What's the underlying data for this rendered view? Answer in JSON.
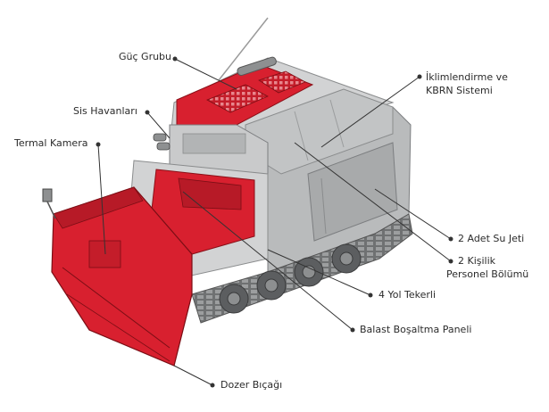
{
  "labels": {
    "power_group": "Güç Grubu",
    "smoke_launchers": "Sis Havanları",
    "thermal_camera": "Termal Kamera",
    "ac_cbrn_line1": "İklimlendirme ve",
    "ac_cbrn_line2": "KBRN Sistemi",
    "water_jets": "2 Adet Su Jeti",
    "personnel_line1": "2 Kişilik",
    "personnel_line2": "Personel Bölümü",
    "road_wheels": "4 Yol Tekerli",
    "ballast_panel": "Balast Boşaltma Paneli",
    "dozer_blade": "Dozer Bıçağı"
  },
  "colors": {
    "accent_red": "#d8202f",
    "hull_grey": "#c9cacb",
    "hull_dark": "#8e9091",
    "leader": "#333333"
  }
}
